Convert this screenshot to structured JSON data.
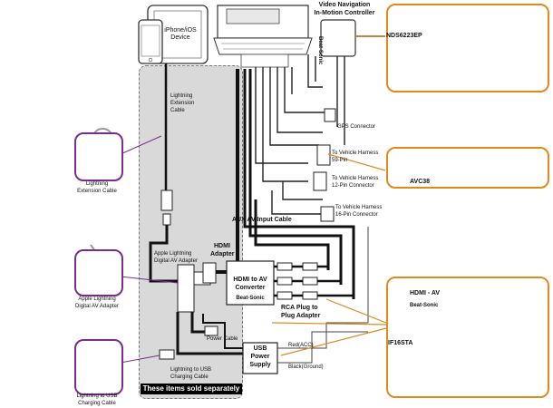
{
  "title": {
    "line1": "Video Navigation",
    "line2": "In-Motion Controller"
  },
  "devices": {
    "iphone_label": "iPhone/iOS Device",
    "ipad_label": ""
  },
  "separate_items_banner": "These items sold separately",
  "components": {
    "lightning_extension": {
      "line1": "Lightning",
      "line2": "Extension",
      "line3": "Cable"
    },
    "apple_adapter": {
      "line1": "Apple Lightning",
      "line2": "Digital AV Adapter"
    },
    "hdmi_adapter": {
      "line1": "HDMI",
      "line2": "Adapter"
    },
    "hdmi_av_converter": {
      "line1": "HDMI to AV",
      "line2": "Converter",
      "brand": "Beat-Sonic"
    },
    "rca_plug": {
      "line1": "RCA Plug to",
      "line2": "Plug Adapter"
    },
    "aux_cable": "AUX AV Input Cable",
    "power_cable": "Power Cable",
    "usb_supply": {
      "line1": "USB",
      "line2": "Power",
      "line3": "Supply"
    },
    "lightning_usb_cable": {
      "line1": "Lightning to USB",
      "line2": "Charging Cable"
    },
    "gps_connector": "GPS Connector",
    "harness_59": {
      "line1": "To Vehicle Harness",
      "line2": "59-Pin"
    },
    "harness_12": {
      "line1": "To Vehicle Harness",
      "line2": "12-Pin Connector"
    },
    "harness_16": {
      "line1": "To Vehicle Harness",
      "line2": "16-Pin Connector"
    },
    "red_acc": "Red(ACC)",
    "black_ground": "Black(Ground)",
    "controller_brand": "Beat-Sonic"
  },
  "callouts": {
    "left_1": {
      "line1": "Lightning",
      "line2": "Extension Cable"
    },
    "left_2": {
      "line1": "Apple Lightning",
      "line2": "Digital AV Adapter"
    },
    "left_3": {
      "line1": "Lightning to USB",
      "line2": "Charging Cable"
    },
    "right_1": "NDS6223EP",
    "right_2": "AVC38",
    "right_3": "IF16STA",
    "right_3_label": "HDMI - AV",
    "right_3_brand": "Beat-Sonic"
  },
  "colors": {
    "callout_border": "#7b2c8f",
    "panel_fill": "#d9d9d9",
    "banner_fill": "#000000"
  }
}
